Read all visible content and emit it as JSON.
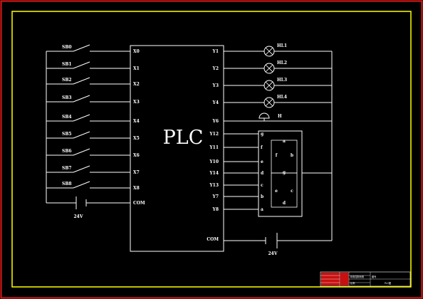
{
  "plc": {
    "title": "PLC",
    "inputs": [
      "X0",
      "X1",
      "X2",
      "X3",
      "X4",
      "X5",
      "X6",
      "X7",
      "X8",
      "COM"
    ],
    "outputs": [
      "Y1",
      "Y2",
      "Y3",
      "Y4",
      "Y6",
      "Y12",
      "Y11",
      "Y10",
      "Y14",
      "Y13",
      "Y7",
      "Y8"
    ],
    "com_out": "COM"
  },
  "switches": [
    "SB0",
    "SB1",
    "SB2",
    "SB3",
    "SB4",
    "SB5",
    "SB6",
    "SB7",
    "SB8"
  ],
  "lamps": [
    "HL1",
    "HL2",
    "HL3",
    "HL4"
  ],
  "buzzer": "H",
  "segment_pins": [
    "g",
    "f",
    "e",
    "d",
    "c",
    "b",
    "a"
  ],
  "segment_marks": [
    "a",
    "f",
    "b",
    "g",
    "e",
    "c",
    "d"
  ],
  "power": {
    "left": "24V",
    "right": "24V"
  },
  "title_block": {
    "r1": "机电控制系统",
    "r2": "图号",
    "r3": "比例",
    "r4": "PLC图"
  }
}
